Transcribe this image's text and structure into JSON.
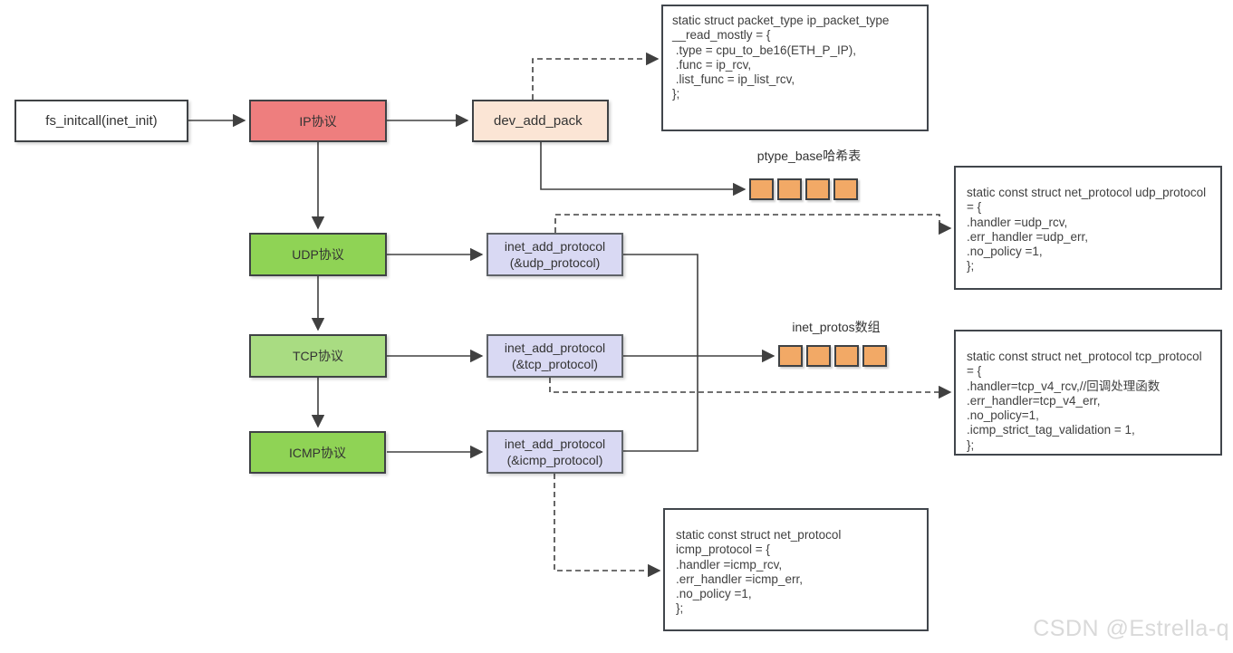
{
  "nodes": {
    "fs_initcall": {
      "label": "fs_initcall(inet_init)"
    },
    "ip": {
      "label": "IP协议"
    },
    "dev_add_pack": {
      "label": "dev_add_pack"
    },
    "udp": {
      "label": "UDP协议"
    },
    "tcp": {
      "label": "TCP协议"
    },
    "icmp": {
      "label": "ICMP协议"
    },
    "inet_add_udp": {
      "line1": "inet_add_protocol",
      "line2": "(&udp_protocol)"
    },
    "inet_add_tcp": {
      "line1": "inet_add_protocol",
      "line2": "(&tcp_protocol)"
    },
    "inet_add_icmp": {
      "line1": "inet_add_protocol",
      "line2": "(&icmp_protocol)"
    }
  },
  "arrays": {
    "ptype_base": {
      "label": "ptype_base哈希表",
      "cell_count": 4
    },
    "inet_protos": {
      "label": "inet_protos数组",
      "cell_count": 4
    }
  },
  "code_boxes": {
    "ip_packet_type": {
      "lines": [
        "static struct packet_type ip_packet_type",
        "__read_mostly = {",
        " .type = cpu_to_be16(ETH_P_IP),",
        " .func = ip_rcv,",
        " .list_func = ip_list_rcv,",
        "};"
      ]
    },
    "udp_protocol": {
      "lines": [
        "static const struct net_protocol udp_protocol",
        "= {",
        ".handler =udp_rcv,",
        ".err_handler =udp_err,",
        ".no_policy =1,",
        "};"
      ]
    },
    "tcp_protocol": {
      "lines": [
        "static const struct net_protocol tcp_protocol",
        "= {",
        ".handler=tcp_v4_rcv,//回调处理函数",
        ".err_handler=tcp_v4_err,",
        ".no_policy=1,",
        ".icmp_strict_tag_validation = 1,",
        "};"
      ]
    },
    "icmp_protocol": {
      "lines": [
        "static const struct net_protocol",
        "icmp_protocol = {",
        ".handler =icmp_rcv,",
        ".err_handler =icmp_err,",
        ".no_policy =1,",
        "};"
      ]
    }
  },
  "watermark": "CSDN @Estrella-q",
  "colors": {
    "box_red": "#ee7e7e",
    "box_peach": "#fbe5d5",
    "box_green": "#8fd355",
    "box_green_light": "#a9dc82",
    "box_lavender": "#d9d9f3",
    "cell_orange": "#f2a966",
    "line": "#404040",
    "border_dark": "#3f4245",
    "code_border": "#41464c",
    "watermark_gray": "#d9d9d9"
  }
}
